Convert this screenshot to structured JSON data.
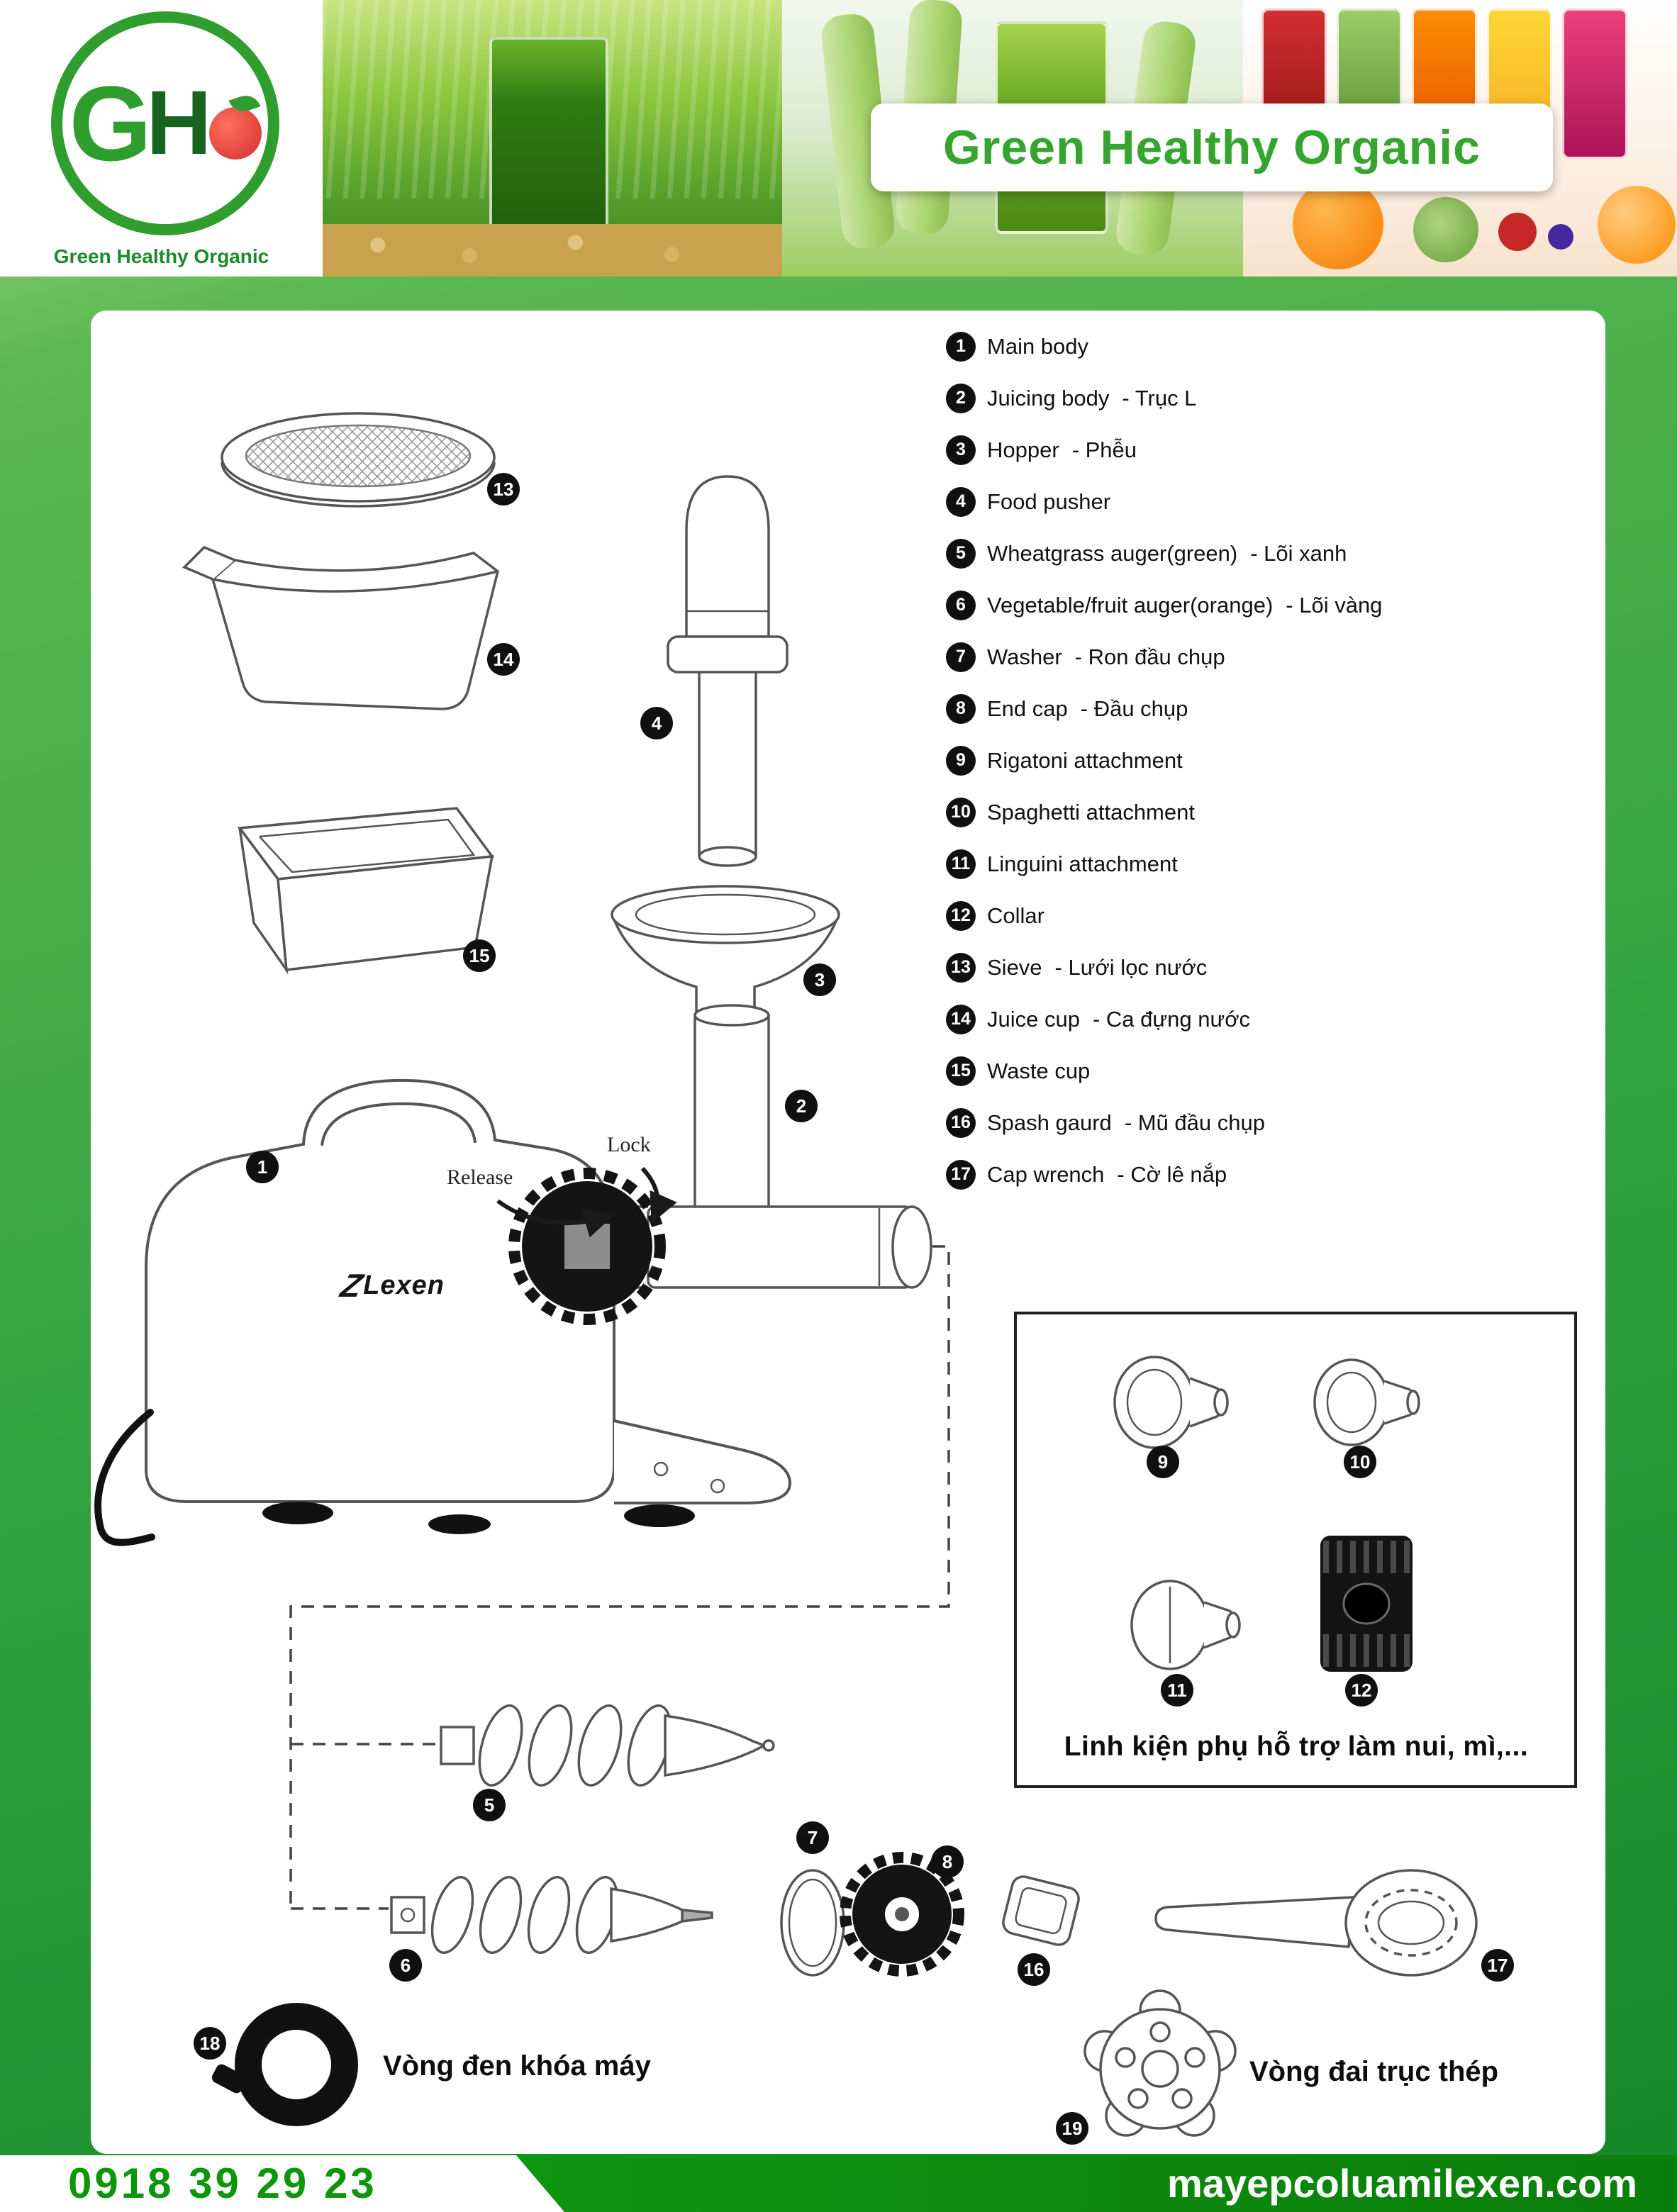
{
  "header": {
    "logo": {
      "letter_g": "G",
      "letter_h": "H",
      "caption": "Green Healthy Organic"
    },
    "brand_title": "Green Healthy Organic"
  },
  "diagram": {
    "machine_brand_mark": "Z",
    "machine_brand": "Lexen",
    "lock_label": "Lock",
    "release_label": "Release"
  },
  "parts_list": [
    {
      "num": "1",
      "name": "Main body",
      "vi": ""
    },
    {
      "num": "2",
      "name": "Juicing body",
      "vi": "- Trục L"
    },
    {
      "num": "3",
      "name": "Hopper",
      "vi": "- Phễu"
    },
    {
      "num": "4",
      "name": "Food pusher",
      "vi": ""
    },
    {
      "num": "5",
      "name": "Wheatgrass auger(green)",
      "vi": "- Lõi xanh"
    },
    {
      "num": "6",
      "name": "Vegetable/fruit auger(orange)",
      "vi": "- Lõi vàng"
    },
    {
      "num": "7",
      "name": "Washer",
      "vi": "- Ron đầu chụp"
    },
    {
      "num": "8",
      "name": "End cap",
      "vi": "- Đầu chụp"
    },
    {
      "num": "9",
      "name": "Rigatoni attachment",
      "vi": ""
    },
    {
      "num": "10",
      "name": "Spaghetti attachment",
      "vi": ""
    },
    {
      "num": "11",
      "name": "Linguini attachment",
      "vi": ""
    },
    {
      "num": "12",
      "name": "Collar",
      "vi": ""
    },
    {
      "num": "13",
      "name": "Sieve",
      "vi": "- Lưới lọc nước"
    },
    {
      "num": "14",
      "name": "Juice cup",
      "vi": "- Ca đựng nước"
    },
    {
      "num": "15",
      "name": "Waste cup",
      "vi": ""
    },
    {
      "num": "16",
      "name": "Spash gaurd",
      "vi": "- Mũ đầu chụp"
    },
    {
      "num": "17",
      "name": "Cap wrench",
      "vi": "- Cờ lê nắp"
    }
  ],
  "inset": {
    "caption": "Linh kiện phụ hỗ trợ làm nui, mì,..."
  },
  "annotations": {
    "ring_lock": {
      "num": "18",
      "label": "Vòng đen khóa máy"
    },
    "ring_shaft": {
      "num": "19",
      "label": "Vòng đai trục thép"
    }
  },
  "footer": {
    "phone": "0918 39 29 23",
    "website": "mayepcoluamilexen.com"
  },
  "colors": {
    "brand_green": "#35a52f",
    "footer_green": "#0b7d0b",
    "tomato_red": "#d32f2f"
  }
}
